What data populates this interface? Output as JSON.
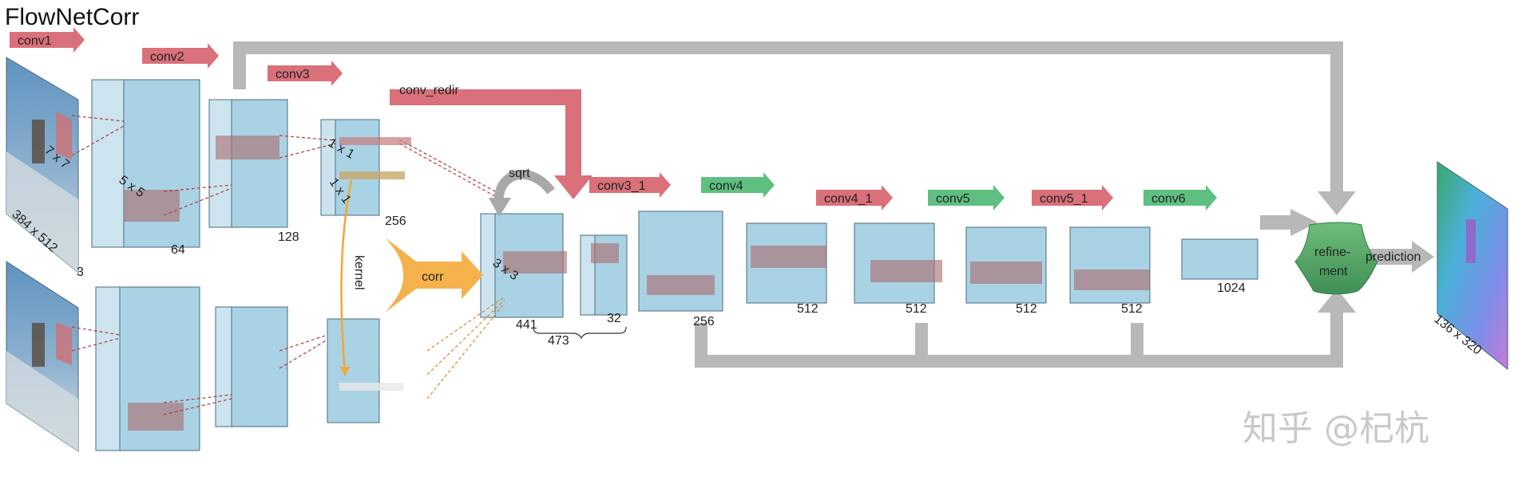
{
  "title": "FlowNetCorr",
  "colors": {
    "block_fill": "#8ec3dc",
    "block_stroke": "#4b6b7a",
    "red_arrow": "#d9707a",
    "green_arrow": "#5fbf82",
    "gray_path": "#b8b8b8",
    "corr_orange": "#f5b24c",
    "refine_green": "#5aa56a",
    "kernel_red": "#c87a7a"
  },
  "layer_arrows": [
    "conv1",
    "conv2",
    "conv3",
    "conv_redir",
    "conv3_1",
    "conv4",
    "conv4_1",
    "conv5",
    "conv5_1",
    "conv6"
  ],
  "kernel_labels": {
    "k7": "7 x 7",
    "k5": "5 x 5",
    "k1a": "1 x 1",
    "k1b": "1 x 1",
    "k3": "3 x 3"
  },
  "channel_labels": {
    "input": "3",
    "conv1": "64",
    "conv2": "128",
    "conv3": "256",
    "corr": "441",
    "redir": "32",
    "concat": "473",
    "conv3_1": "256",
    "conv4": "512",
    "conv4_1": "512",
    "conv5": "512",
    "conv5_1": "512",
    "conv6": "1024"
  },
  "input_size": "384 x 512",
  "output_size": "136 x 320",
  "ops": {
    "sqrt": "sqrt",
    "corr": "corr",
    "kernel": "kernel",
    "refinement_line1": "refine-",
    "refinement_line2": "ment",
    "prediction": "prediction"
  },
  "watermark": "知乎 @杞杭"
}
